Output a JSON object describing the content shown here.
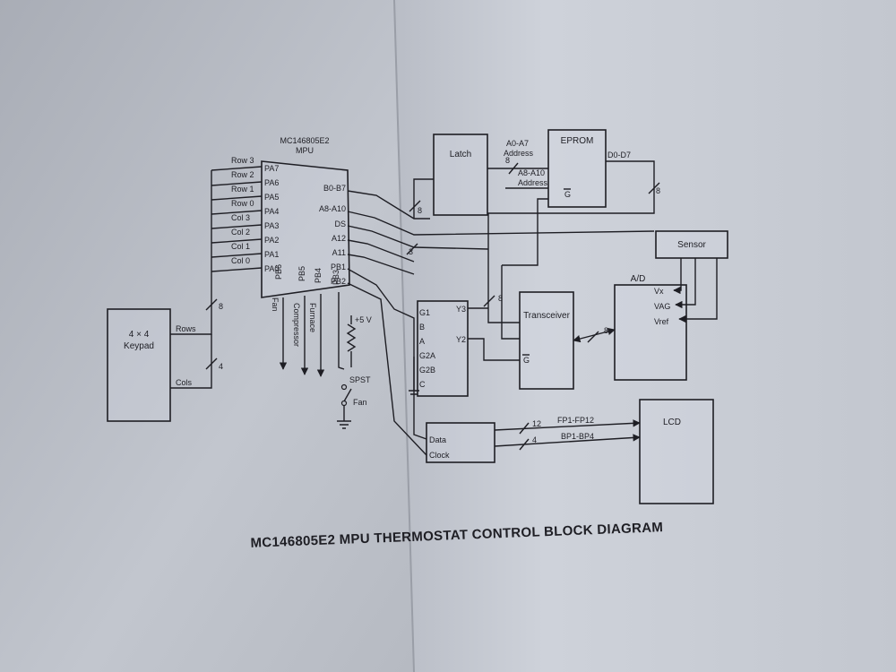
{
  "title": "MC146805E2 MPU THERMOSTAT CONTROL BLOCK DIAGRAM",
  "mpu": {
    "part": "MC146805E2",
    "name": "MPU",
    "pins_left": [
      "PA7",
      "PA6",
      "PA5",
      "PA4",
      "PA3",
      "PA2",
      "PA1",
      "PA0"
    ],
    "pins_right": [
      "B0-B7",
      "A8-A10",
      "DS",
      "A12",
      "A11",
      "PB1",
      "PB2"
    ],
    "pins_bottom": [
      "PB6",
      "PB5",
      "PB4",
      "PB3"
    ]
  },
  "keypad": {
    "label": "4 × 4\nKeypad",
    "line1": "4 × 4",
    "line2": "Keypad",
    "rows_label": "Rows",
    "cols_label": "Cols"
  },
  "matrix_lines": [
    "Row 3",
    "Row 2",
    "Row 1",
    "Row 0",
    "Col 3",
    "Col 2",
    "Col 1",
    "Col 0"
  ],
  "outputs": [
    "Fan",
    "Compressor",
    "Furnace"
  ],
  "supply": "+5 V",
  "switch": "SPST",
  "switch_label": "Fan",
  "latch": "Latch",
  "eprom": {
    "label": "EPROM",
    "g_pin": "G",
    "data": "D0-D7"
  },
  "buses": {
    "a0_a7": "A0-A7",
    "a0_a7_sub": "Address",
    "a8_a10": "A8-A10",
    "a8_a10_sub": "Address",
    "fp": "FP1-FP12",
    "bp": "BP1-BP4"
  },
  "bus_widths": [
    "8",
    "8",
    "8",
    "3",
    "8",
    "4",
    "8",
    "8",
    "12",
    "4"
  ],
  "decoder": {
    "pins_left": [
      "G1",
      "B",
      "A",
      "G2A",
      "G2B",
      "C"
    ],
    "pins_right": [
      "Y3",
      "Y2"
    ]
  },
  "transceiver": {
    "label": "Transceiver",
    "g_pin": "G"
  },
  "ad": {
    "label": "A/D",
    "vx": "Vx",
    "vag": "VAG",
    "vref": "Vref"
  },
  "sensor": "Sensor",
  "lcd_driver": {
    "data": "Data",
    "clock": "Clock"
  },
  "lcd": "LCD"
}
